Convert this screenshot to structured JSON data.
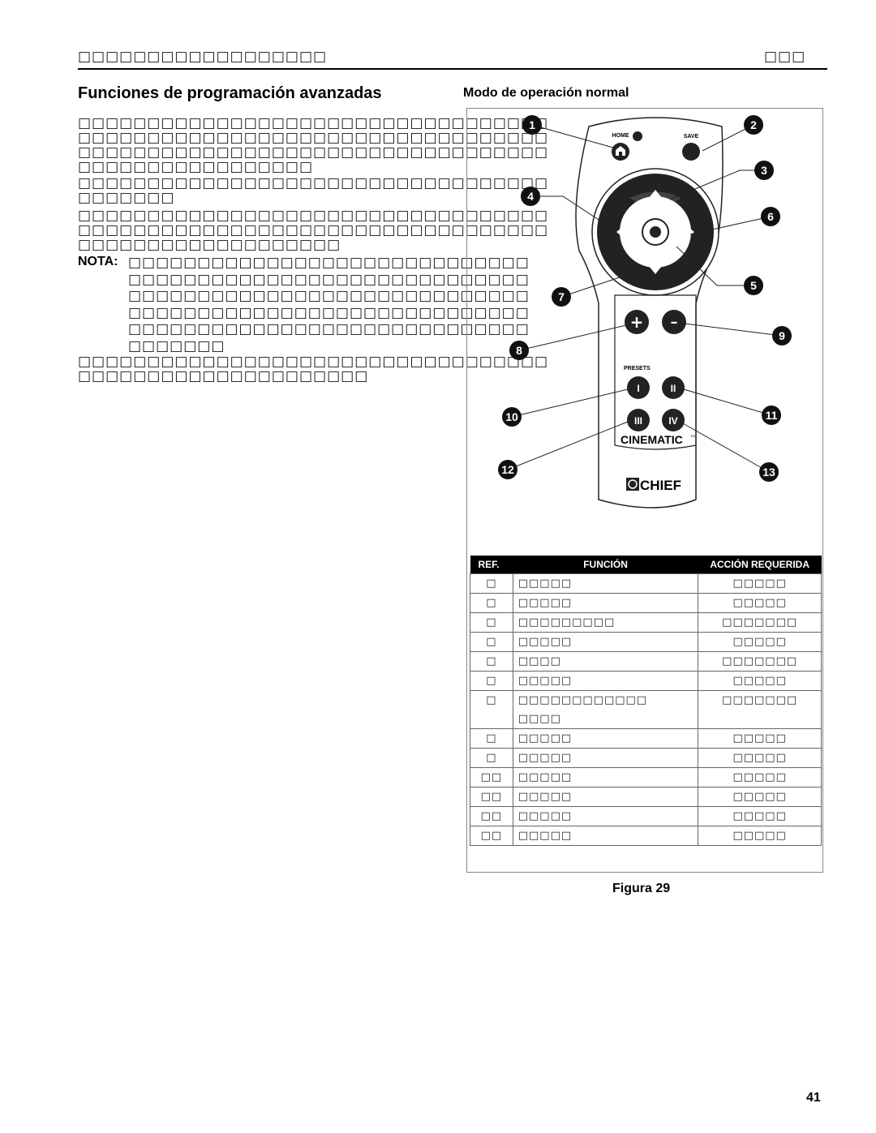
{
  "header": {
    "left": "□□□□□□□□□□□□□□□□□□",
    "right": "□□□"
  },
  "left_column": {
    "title": "Funciones de programación avanzadas",
    "paragraph_lines": [
      "□□□□□□□□□□□□□□□□□□□□□□□□□□□□□□□□□□",
      "□□□□□□□□□□□□□□□□□□□□□□□□□□□□□□□□□□",
      "□□□□□□□□□□□□□□□□□□□□□□□□□□□□□□□□□□",
      "□□□□□□□□□□□□□□□□□",
      "□□□□□□□□□□□□□□□□□□□□□□□□□□□□□□□□□□",
      "□□□□□□□",
      "□□□□□□□□□□□□□□□□□□□□□□□□□□□□□□□□□□",
      "□□□□□□□□□□□□□□□□□□□□□□□□□□□□□□□□□□",
      "□□□□□□□□□□□□□□□□□□□"
    ],
    "nota_label": "NOTA:",
    "nota_lines": [
      "□□□□□□□□□□□□□□□□□□□□□□□□□□□□□",
      "□□□□□□□□□□□□□□□□□□□□□□□□□□□□□",
      "□□□□□□□□□□□□□□□□□□□□□□□□□□□□□",
      "□□□□□□□□□□□□□□□□□□□□□□□□□□□□□",
      "□□□□□□□□□□□□□□□□□□□□□□□□□□□□□",
      "□□□□□□□"
    ],
    "closing_lines": [
      "□□□□□□□□□□□□□□□□□□□□□□□□□□□□□□□□□□",
      "□□□□□□□□□□□□□□□□□□□□□"
    ]
  },
  "figure": {
    "subtitle": "Modo de operación normal",
    "remote_labels": {
      "home": "HOME",
      "save": "SAVE",
      "presets": "PRESETS",
      "plus": "+",
      "minus": "–",
      "p1": "I",
      "p2": "II",
      "p3": "III",
      "p4": "IV",
      "cinematic": "CINEMATIC",
      "tm": "TM",
      "chief": "CHIEF"
    },
    "callouts": [
      "1",
      "2",
      "3",
      "4",
      "5",
      "6",
      "7",
      "8",
      "9",
      "10",
      "11",
      "12",
      "13"
    ],
    "table": {
      "headers": [
        "REF.",
        "FUNCIÓN",
        "ACCIÓN REQUERIDA"
      ],
      "rows": [
        [
          "□",
          "□□□□□",
          "□□□□□"
        ],
        [
          "□",
          "□□□□□",
          "□□□□□"
        ],
        [
          "□",
          "□□□□□□□□□",
          "□□□□□□□"
        ],
        [
          "□",
          "□□□□□",
          "□□□□□"
        ],
        [
          "□",
          "□□□□",
          "□□□□□□□"
        ],
        [
          "□",
          "□□□□□",
          "□□□□□"
        ],
        [
          "□",
          "□□□□□□□□□□□□\n□□□□",
          "□□□□□□□"
        ],
        [
          "□",
          "□□□□□",
          "□□□□□"
        ],
        [
          "□",
          "□□□□□",
          "□□□□□"
        ],
        [
          "□□",
          "□□□□□",
          "□□□□□"
        ],
        [
          "□□",
          "□□□□□",
          "□□□□□"
        ],
        [
          "□□",
          "□□□□□",
          "□□□□□"
        ],
        [
          "□□",
          "□□□□□",
          "□□□□□"
        ]
      ]
    },
    "caption": "Figura 29"
  },
  "page_number": "41"
}
